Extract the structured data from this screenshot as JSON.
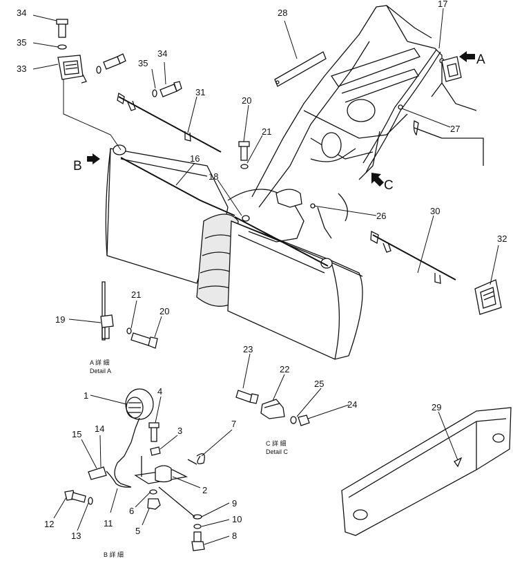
{
  "part_numbers": [
    "1",
    "2",
    "3",
    "4",
    "5",
    "6",
    "7",
    "8",
    "9",
    "10",
    "11",
    "12",
    "13",
    "14",
    "15",
    "16",
    "17",
    "18",
    "19",
    "20",
    "20",
    "21",
    "21",
    "22",
    "23",
    "24",
    "25",
    "26",
    "27",
    "28",
    "29",
    "30",
    "31",
    "32",
    "33",
    "34",
    "34",
    "35",
    "35"
  ],
  "view_markers": {
    "a": "A",
    "b": "B",
    "c": "C"
  },
  "details": {
    "a": {
      "line1": "A 詳 細",
      "line2": "Detail A"
    },
    "c": {
      "line1": "C 詳 細",
      "line2": "Detail C"
    },
    "b": {
      "line1": "B 詳 細"
    }
  },
  "callouts": {
    "p34a": "34",
    "p35a": "35",
    "p33": "33",
    "p35b": "35",
    "p34b": "34",
    "p31": "31",
    "p28": "28",
    "p17": "17",
    "p20a": "20",
    "p21a": "21",
    "p16": "16",
    "p18": "18",
    "p26": "26",
    "p27": "27",
    "p30": "30",
    "p32": "32",
    "p19": "19",
    "p21b": "21",
    "p20b": "20",
    "p23": "23",
    "p22": "22",
    "p25": "25",
    "p24": "24",
    "p1": "1",
    "p4": "4",
    "p3": "3",
    "p7": "7",
    "p15": "15",
    "p14": "14",
    "p2": "2",
    "p11": "11",
    "p6": "6",
    "p12": "12",
    "p13": "13",
    "p5": "5",
    "p9": "9",
    "p10": "10",
    "p8": "8",
    "p29": "29"
  }
}
